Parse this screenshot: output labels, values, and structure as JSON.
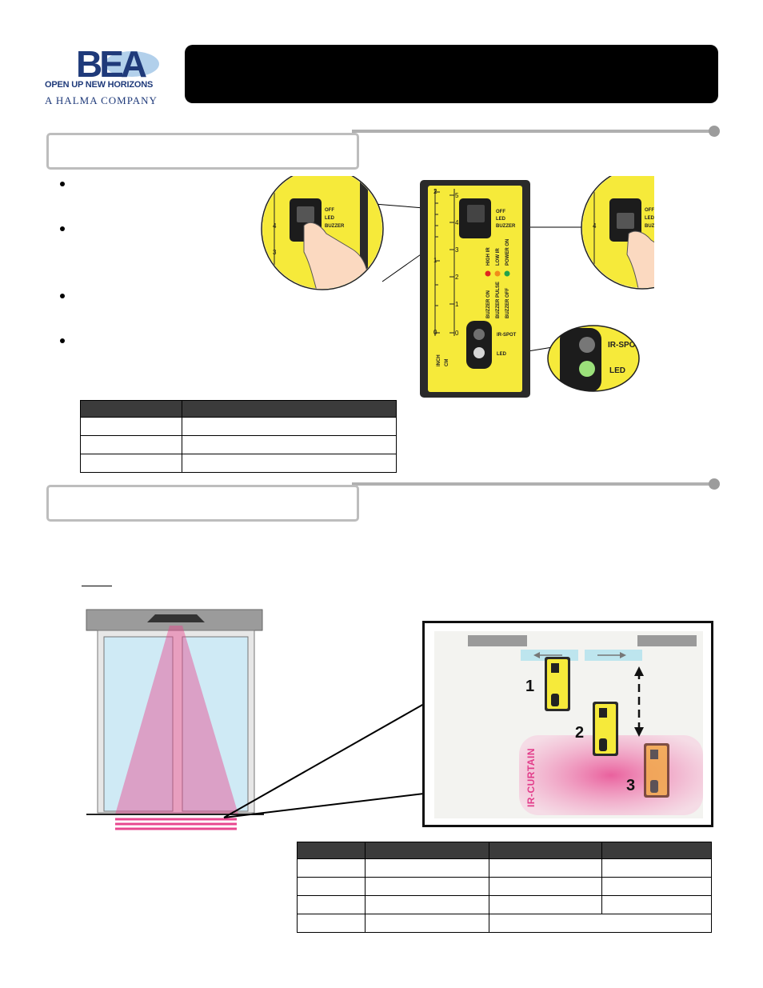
{
  "logo": {
    "brand": "BEA",
    "tagline": "OPEN UP NEW HORIZONS",
    "company": "A HALMA COMPANY"
  },
  "device": {
    "switch_positions": [
      "OFF",
      "LED",
      "BUZZER"
    ],
    "indicators": [
      "HIGH IR",
      "LOW IR",
      "POWER ON"
    ],
    "buzzer_modes": [
      "BUZZER ON",
      "BUZZER PULSE",
      "BUZZER OFF"
    ],
    "ir_spot_label": "IR-SPOT",
    "led_label": "LED",
    "ruler_inch_label": "INCH",
    "ruler_cm_label": "CM",
    "inch_ticks": [
      "2",
      "1",
      "0"
    ],
    "cm_ticks": [
      "5",
      "4",
      "3",
      "2",
      "1",
      "0"
    ],
    "zoom_switch_positions": [
      "OFF",
      "LED",
      "BUZZER"
    ],
    "zoom_ruler_ticks": [
      "4",
      "3"
    ],
    "zoom_ir_label": "IR-SPO",
    "zoom_led_label": "LED"
  },
  "diagram": {
    "positions": [
      "1",
      "2",
      "3"
    ],
    "curtain_label": "IR-CURTAIN"
  },
  "colors": {
    "device_yellow": "#f6ea3a",
    "indicator_red": "#e0251e",
    "indicator_orange": "#f08c1a",
    "indicator_green": "#22a34a",
    "ir_curtain_pink": "#e8478f",
    "logo_blue": "#1f3a7a"
  }
}
